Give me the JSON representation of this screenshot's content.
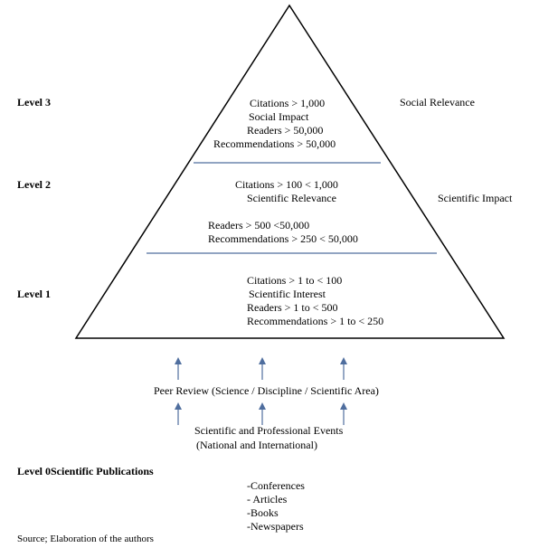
{
  "colors": {
    "lines": "#000000",
    "dividers": "#4f6e9e",
    "arrows": "#4f6e9e"
  },
  "levels": {
    "level3": {
      "label": "Level 3",
      "lines": [
        "Citations > 1,000",
        "Social Impact",
        "Readers > 50,000",
        "Recommendations > 50,000"
      ],
      "side": "Social Relevance"
    },
    "level2": {
      "label": "Level 2",
      "lines": [
        "Citations > 100 < 1,000",
        "Scientific Relevance",
        "Readers > 500 <50,000",
        "Recommendations > 250 < 50,000"
      ],
      "side": "Scientific Impact"
    },
    "level1": {
      "label": "Level 1",
      "lines": [
        "Citations > 1 to < 100",
        "Scientific Interest",
        "Readers > 1 to < 500",
        "Recommendations > 1 to < 250"
      ]
    }
  },
  "peer_review": "Peer Review (Science / Discipline / Scientific Area)",
  "events": [
    "Scientific and Professional Events",
    "(National and International)"
  ],
  "level0": {
    "label": "Level 0Scientific Publications",
    "items": [
      "-Conferences",
      "- Articles",
      "-Books",
      "-Newspapers"
    ]
  },
  "source": "Source; Elaboration of the authors"
}
